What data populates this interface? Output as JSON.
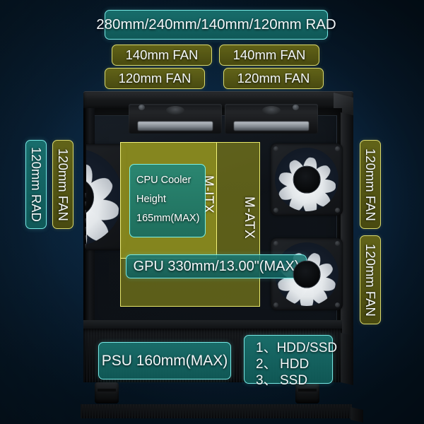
{
  "page": {
    "title": "PC Case Clearance Specification Diagram",
    "background_color": "#0a2138"
  },
  "colors": {
    "cyan_accent": "#76e8e4",
    "cyan_fill": "#1a7874",
    "olive_accent": "#d9d96e",
    "olive_fill": "#686816",
    "board_overlay": "#96961c",
    "text": "#f2f6f8"
  },
  "top_labels": {
    "radiator": "280mm/240mm/140mm/120mm RAD",
    "fan_140_left": "140mm FAN",
    "fan_140_right": "140mm FAN",
    "fan_120_left": "120mm FAN",
    "fan_120_right": "120mm FAN"
  },
  "left_labels": {
    "rad_120": "120mm RAD",
    "fan_120": "120mm FAN"
  },
  "right_labels": {
    "fan_120_upper": "120mm FAN",
    "fan_120_lower": "120mm FAN"
  },
  "interior": {
    "cpu_cooler": {
      "line1": "CPU Cooler",
      "line2": "Height",
      "line3": "165mm(MAX)"
    },
    "motherboard_mitx": "M-ITX",
    "motherboard_matx": "M-ATX",
    "gpu": "GPU 330mm/13.00\"(MAX)"
  },
  "bottom": {
    "psu": "PSU 160mm(MAX)",
    "drives": [
      {
        "num": "1、",
        "label": "HDD/SSD"
      },
      {
        "num": "2、",
        "label": "HDD"
      },
      {
        "num": "3、",
        "label": "SSD"
      }
    ]
  }
}
